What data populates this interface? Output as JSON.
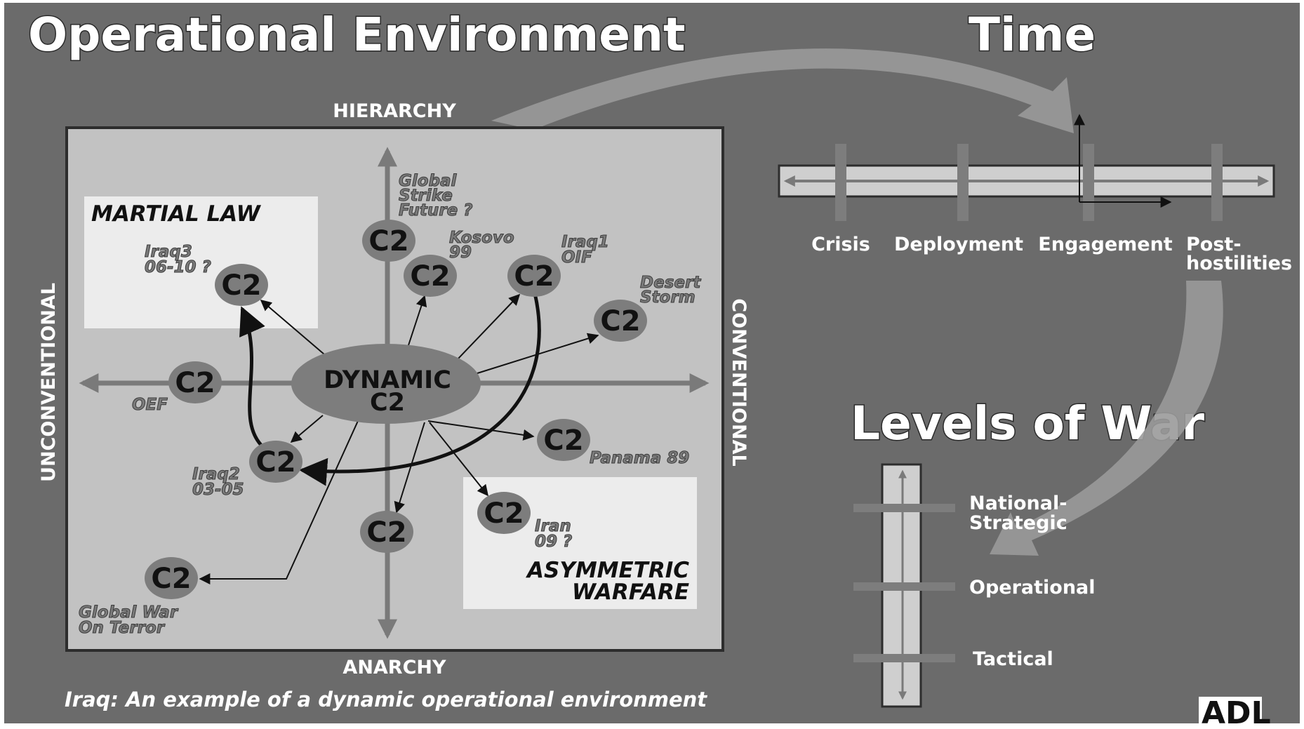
{
  "colors": {
    "background": "#6b6b6b",
    "panel": "#c2c2c2",
    "inner_box": "#ececec",
    "node": "#7d7d7d",
    "axis": "#7a7a7a",
    "white_text": "#ffffff",
    "dark_text": "#111111"
  },
  "titles": {
    "operational_environment": "Operational Environment",
    "time": "Time",
    "levels_of_war": "Levels of War"
  },
  "axes": {
    "top": "HIERARCHY",
    "bottom": "ANARCHY",
    "left": "UNCONVENTIONAL",
    "right": "CONVENTIONAL"
  },
  "boxes": {
    "martial_law": "MARTIAL LAW",
    "asymmetric_line1": "ASYMMETRIC",
    "asymmetric_line2": "WARFARE"
  },
  "center_node": {
    "line1": "DYNAMIC",
    "line2": "C2"
  },
  "node_label": "C2",
  "annotations": {
    "global_strike": [
      "Global",
      "Strike",
      "Future ?"
    ],
    "kosovo": [
      "Kosovo",
      "99"
    ],
    "iraq1": [
      "Iraq1",
      "OIF"
    ],
    "iraq3": [
      "Iraq3",
      "06-10 ?"
    ],
    "desert_storm": [
      "Desert",
      "Storm"
    ],
    "oef": [
      "OEF"
    ],
    "panama": [
      "Panama 89"
    ],
    "iraq2": [
      "Iraq2",
      "03-05"
    ],
    "iran": [
      "Iran",
      "09 ?"
    ],
    "gwot": [
      "Global War",
      "On Terror"
    ]
  },
  "timeline": {
    "phases": [
      "Crisis",
      "Deployment",
      "Engagement",
      "Post-",
      "hostilities"
    ]
  },
  "levels": {
    "national_line1": "National-",
    "national_line2": "Strategic",
    "operational": "Operational",
    "tactical": "Tactical"
  },
  "caption": "Iraq:  An example of a dynamic operational environment",
  "logo_text": "ADL",
  "icons": {
    "logo": "adl-logo-icon"
  }
}
